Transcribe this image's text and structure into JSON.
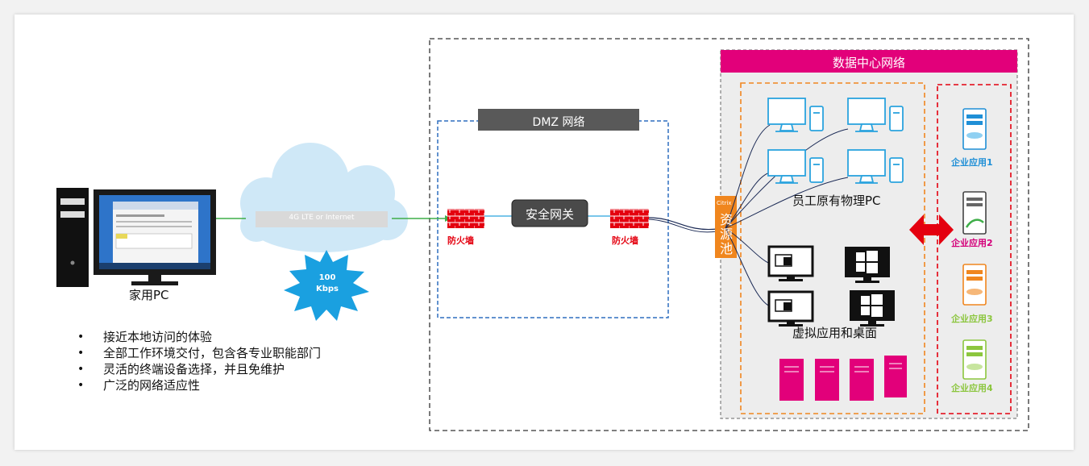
{
  "colors": {
    "magenta": "#e2007a",
    "orange": "#f0861e",
    "red": "#e4000f",
    "dmz_blue": "#2f6fbf",
    "dark_header": "#595959",
    "cloud": "#cfe8f7",
    "burst": "#1aa0e0",
    "monitor_blue": "#2aa3de"
  },
  "home": {
    "label": "家用PC"
  },
  "cloud": {
    "label": "4G LTE or Internet"
  },
  "burst": {
    "line1": "100",
    "line2": "Kbps"
  },
  "dmz": {
    "title": "DMZ 网络"
  },
  "gateway": {
    "label": "安全网关"
  },
  "firewall_left": {
    "label": "防火墙"
  },
  "firewall_right": {
    "label": "防火墙"
  },
  "datacenter": {
    "title": "数据中心网络"
  },
  "citrix": {
    "line1": "Citrix",
    "line2": "资",
    "line3": "源",
    "line4": "池"
  },
  "pc_group": {
    "label": "员工原有物理PC"
  },
  "virtual_group": {
    "label": "虚拟应用和桌面"
  },
  "apps": [
    {
      "label": "企业应用1",
      "color": "#1f8fd6"
    },
    {
      "label": "企业应用2",
      "color": "#d4007a"
    },
    {
      "label": "企业应用3",
      "color": "#8cc63e"
    },
    {
      "label": "企业应用4",
      "color": "#8cc63e"
    }
  ],
  "bullets": [
    "接近本地访问的体验",
    "全部工作环境交付，包含各专业职能部门",
    "灵活的终端设备选择，并且免维护",
    "广泛的网络适应性"
  ]
}
